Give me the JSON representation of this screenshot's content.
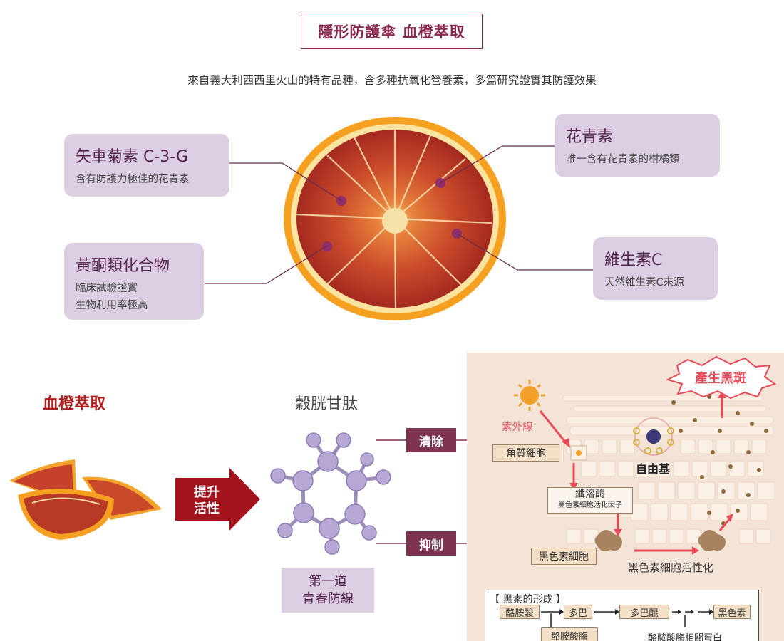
{
  "header": {
    "title": "隱形防護傘 血橙萃取",
    "intro": "來自義大利西西里火山的特有品種，含多種抗氧化營養素，多篇研究證實其防護效果"
  },
  "callouts": [
    {
      "key": "c3g",
      "title": "矢車菊素 C-3-G",
      "desc": [
        "含有防護力極佳的花青素"
      ]
    },
    {
      "key": "flavonoid",
      "title": "黃酮類化合物",
      "desc": [
        "臨床試驗證實",
        "生物利用率極高"
      ]
    },
    {
      "key": "anthocyanin",
      "title": "花青素",
      "desc": [
        "唯一含有花青素的柑橘類"
      ]
    },
    {
      "key": "vitc",
      "title": "維生素C",
      "desc": [
        "天然維生素C來源"
      ]
    }
  ],
  "process": {
    "left_label": "血橙萃取",
    "arrow_label_1": "提升",
    "arrow_label_2": "活性",
    "peptide_label": "穀胱甘肽",
    "defense_1": "第一道",
    "defense_2": "青春防線",
    "action_clear": "清除",
    "action_inhibit": "抑制"
  },
  "illustration": {
    "spots": "產生黑斑",
    "uv": "紫外線",
    "keratinocyte": "角質細胞",
    "free_radical": "自由基",
    "enzyme": "纖溶酶",
    "enzyme_sub": "黑色素細胞活化因子",
    "melanocyte": "黑色素細胞",
    "activation": "黑色素細胞活性化",
    "formation_title": "【 黑素的形成 】",
    "chain": [
      "酪胺酸",
      "多巴",
      "多巴醌",
      "黑色素"
    ],
    "enzyme_tyr": "酪胺酸脢",
    "protein": "酪胺酸脢相關蛋白"
  },
  "colors": {
    "accent": "#8a2a4f",
    "callout_bg": "#ddcfe3",
    "red": "#b01c1c",
    "tag": "#7c3451"
  }
}
